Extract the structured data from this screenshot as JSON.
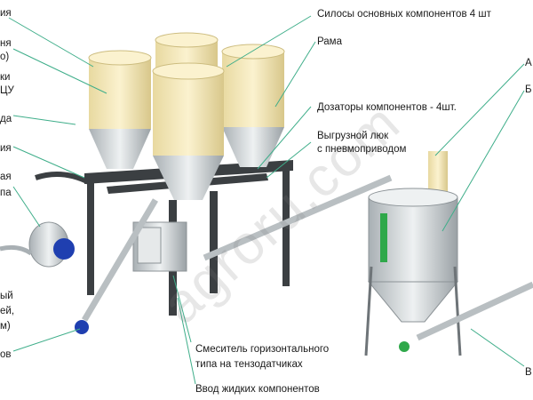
{
  "labels": {
    "right": {
      "silos": "Силосы основных компонентов 4 шт",
      "frame": "Рама",
      "dosers": "Дозаторы компонентов - 4шт.",
      "hatch_line1": "Выгрузной люк",
      "hatch_line2": "с пневмоприводом",
      "mixer_line1": "Смеситель горизонтального",
      "mixer_line2": "типа на тензодатчиках",
      "liquid": "Ввод жидких компонентов",
      "edge_a": "А",
      "edge_b": "Б",
      "edge_v": "В"
    },
    "left": {
      "l1": "ия",
      "l2": "ня",
      "l3": "о)",
      "l4": "ки",
      "l5": "ЦУ",
      "l6": "да",
      "l7": "ия",
      "l8": "ая",
      "l9": "па",
      "l10": "ый",
      "l11": "ей,",
      "l12": "м)",
      "l13": "ов"
    }
  },
  "watermark": "agroru.com",
  "colors": {
    "silo": "#f2e6b8",
    "silo_shadow": "#d9c98c",
    "steel": "#c8cdd0",
    "steel_dark": "#8c9397",
    "frame": "#3b3f42",
    "motor": "#1f3fb0",
    "leader": "#3fae8a",
    "accent_green": "#2fa84a"
  }
}
